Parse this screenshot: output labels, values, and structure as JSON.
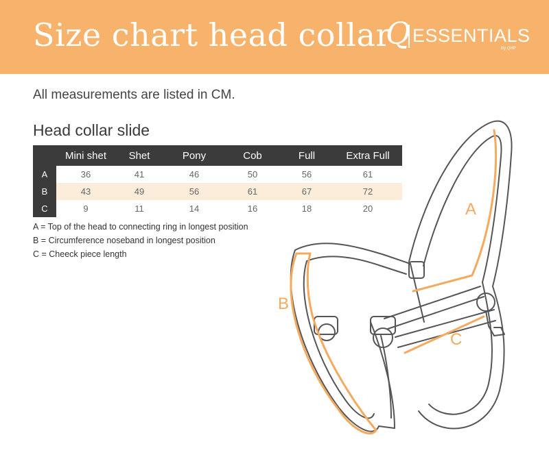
{
  "header": {
    "title": "Size chart head collar",
    "logo": {
      "q": "Q",
      "word": "ESSENTIALS",
      "by": "By QHP"
    }
  },
  "intro": "All measurements are listed in CM.",
  "subtitle": "Head collar slide",
  "table": {
    "columns": [
      "",
      "Mini shet",
      "Shet",
      "Pony",
      "Cob",
      "Full",
      "Extra Full"
    ],
    "rows": [
      {
        "label": "A",
        "values": [
          "36",
          "41",
          "46",
          "50",
          "56",
          "61"
        ]
      },
      {
        "label": "B",
        "values": [
          "43",
          "49",
          "56",
          "61",
          "67",
          "72"
        ]
      },
      {
        "label": "C",
        "values": [
          "9",
          "11",
          "14",
          "16",
          "18",
          "20"
        ]
      }
    ]
  },
  "legend": [
    "A = Top of the head to connecting ring in longest position",
    "B = Circumference noseband in longest position",
    "C = Cheeck piece length"
  ],
  "diagram": {
    "label_a": "A",
    "label_b": "B",
    "label_c": "C"
  },
  "colors": {
    "header_bg": "#f7b36b",
    "accent": "#f5a95d",
    "dark": "#3b3b3b",
    "alt_row": "#fcecda"
  }
}
